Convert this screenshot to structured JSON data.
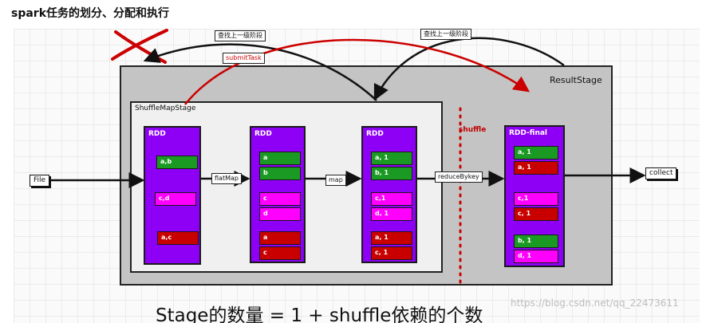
{
  "heading": "spark任务的划分、分配和执行",
  "result_stage": {
    "label": "ResultStage"
  },
  "shuffle_map_stage": {
    "label": "ShuffleMapStage"
  },
  "file_node": "File",
  "collect_node": "collect",
  "rdds": [
    {
      "title": "RDD",
      "cells": [
        "a,b",
        "c,d",
        "a,c"
      ]
    },
    {
      "title": "RDD",
      "cells": [
        "a",
        "b",
        "c",
        "d",
        "a",
        "c"
      ]
    },
    {
      "title": "RDD",
      "cells": [
        "a, 1",
        "b, 1",
        "c,1",
        "d, 1",
        "a, 1",
        "c, 1"
      ]
    },
    {
      "title": "RDD-final",
      "cells": [
        "a, 1",
        "a, 1",
        "c,1",
        "c, 1",
        "b, 1",
        "d, 1"
      ]
    }
  ],
  "operations": {
    "flatmap": "flatMap",
    "map": "map",
    "reducebykey": "reduceBykey"
  },
  "shuffle_label": "shuffle",
  "lookup_label_1": "查找上一级阶段",
  "lookup_label_2": "查找上一级阶段",
  "submit_task_label": "submitTask",
  "caption": "Stage的数量 = 1 + shuffle依赖的个数",
  "watermark": "https://blog.csdn.net/qq_22473611",
  "colors": {
    "rdd": "#8e00f5",
    "green": "#1a9a22",
    "pink": "#ff00ff",
    "red": "#c90000",
    "result_stage": "#c4c4c4",
    "submit_arrow": "#cc0000"
  }
}
